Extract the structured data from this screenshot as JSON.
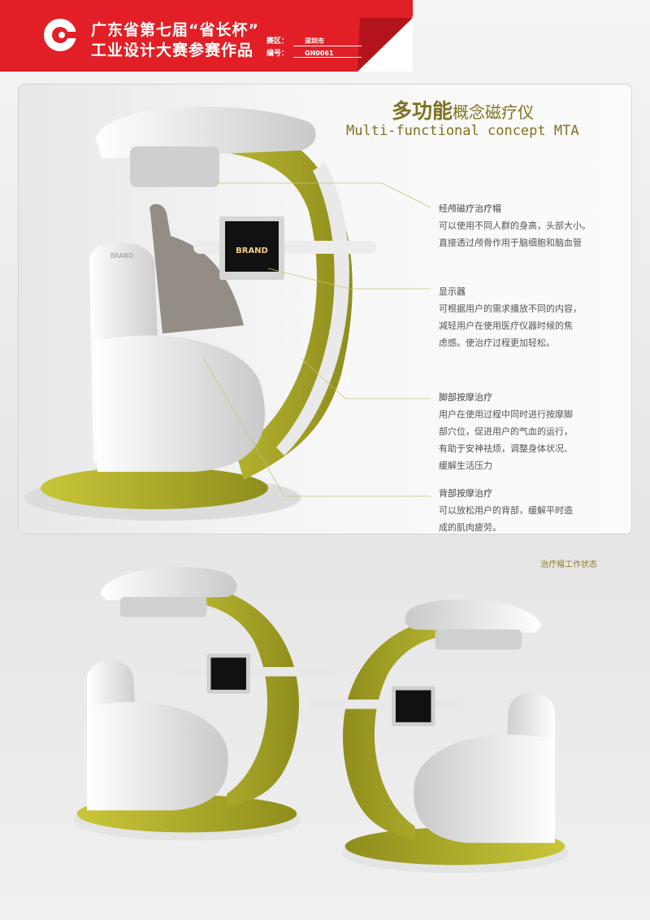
{
  "header": {
    "logo_letter": "G",
    "title_line1": "广东省第七届“省长杯”",
    "title_line2": "工业设计大赛参赛作品",
    "region_label": "赛区：",
    "region_value": "深圳市",
    "number_label": "编号：",
    "number_value": "GN0061",
    "colors": {
      "banner": "#e21f26",
      "fold": "#b3141c"
    }
  },
  "poster": {
    "title_bold": "多功能",
    "title_rest": "概念磁疗仪",
    "subtitle": "Multi-functional concept MTA",
    "monitor_brand": "BRAND",
    "chair_brand": "BRAND",
    "accent_color": "#b5b428",
    "annotations": [
      {
        "heading": "经颅磁疗治疗帽",
        "lines": [
          "可以使用不同人群的身高，头部大小。",
          "直接透过颅骨作用于脑细胞和脑血管"
        ]
      },
      {
        "heading": "显示器",
        "lines": [
          "可根据用户的需求播放不同的内容，",
          "减轻用户在使用医疗仪器时候的焦",
          "虑感。使治疗过程更加轻松。"
        ]
      },
      {
        "heading": "脚部按摩治疗",
        "lines": [
          "用户在使用过程中同时进行按摩脚",
          "部穴位，促进用户的气血的运行，",
          "有助于安神祛烦，调整身体状况、",
          "缓解生活压力"
        ]
      },
      {
        "heading": "背部按摩治疗",
        "lines": [
          "可以放松用户的背部，缓解平时造",
          "成的肌肉疲劳。"
        ]
      }
    ],
    "caption": "治疗帽工作状态"
  }
}
